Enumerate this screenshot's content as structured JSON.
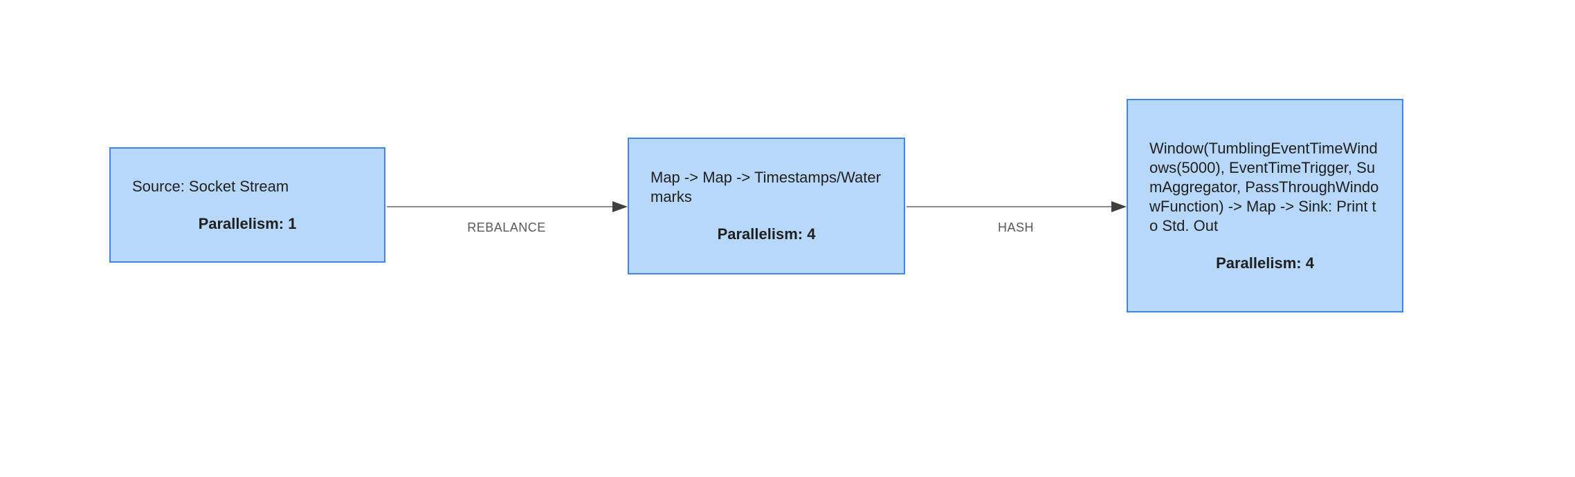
{
  "diagram": {
    "type": "dataflow-job-graph",
    "background_color": "#ffffff",
    "node_fill_color": "#b7d8f8",
    "node_border_color": "#3f85e5",
    "node_text_color": "#1f1f1f",
    "edge_line_color": "#8c8c8c",
    "arrowhead_color": "#3f3f3f",
    "edge_label_color": "#595959",
    "nodes": [
      {
        "id": "source",
        "name": "Source: Socket Stream",
        "parallelism_label": "Parallelism: 1"
      },
      {
        "id": "map-chain",
        "name": "Map -> Map -> Timestamps/Watermarks",
        "parallelism_label": "Parallelism: 4"
      },
      {
        "id": "window-sink",
        "name": "Window(TumblingEventTimeWindows(5000), EventTimeTrigger, SumAggregator, PassThroughWindowFunction) -> Map -> Sink: Print to Std. Out",
        "parallelism_label": "Parallelism: 4"
      }
    ],
    "edges": [
      {
        "from": "source",
        "to": "map-chain",
        "label": "REBALANCE"
      },
      {
        "from": "map-chain",
        "to": "window-sink",
        "label": "HASH"
      }
    ]
  }
}
